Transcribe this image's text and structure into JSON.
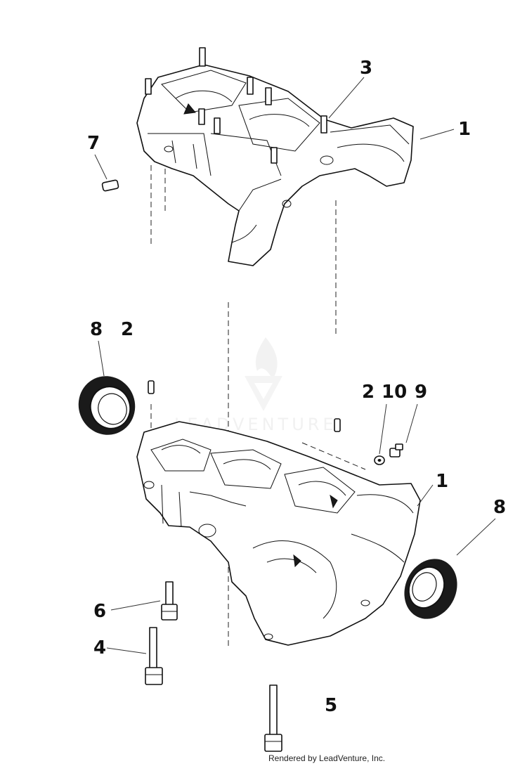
{
  "diagram": {
    "callouts": {
      "c1_upper": "1",
      "c3": "3",
      "c7": "7",
      "c8_left": "8",
      "c2_left": "2",
      "c2_right": "2",
      "c10": "10",
      "c9": "9",
      "c1_lower": "1",
      "c8_right": "8",
      "c6": "6",
      "c4": "4",
      "c5": "5"
    },
    "watermark": "LEADVENTURE",
    "credit": "Rendered by LeadVenture, Inc."
  }
}
